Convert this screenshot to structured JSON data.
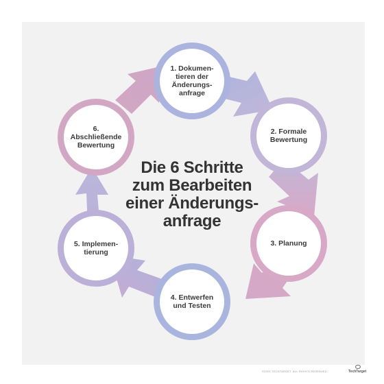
{
  "title": "Die 6 Schritte\nzum Bearbeiten\neiner Änderungs-\nanfrage",
  "steps": [
    {
      "label": "1. Dokumen-\ntieren der\nÄnderungs-\nanfrage",
      "color": "#aab4de"
    },
    {
      "label": "2. Formale\nBewertung",
      "color": "#c2b6d8"
    },
    {
      "label": "3. Planung",
      "color": "#d7a9c6"
    },
    {
      "label": "4. Entwerfen\nund Testen",
      "color": "#a9b5de"
    },
    {
      "label": "5. Implemen-\ntierung",
      "color": "#bbb1d8"
    },
    {
      "label": "6. Abschließende\nBewertung",
      "color": "#d2a7c4"
    }
  ],
  "footer": {
    "copyright": "©2021 TECHTARGET. ALL RIGHTS RESERVED.",
    "logo_text": "TechTarget",
    "logo_icon": "eye-logo-icon"
  }
}
